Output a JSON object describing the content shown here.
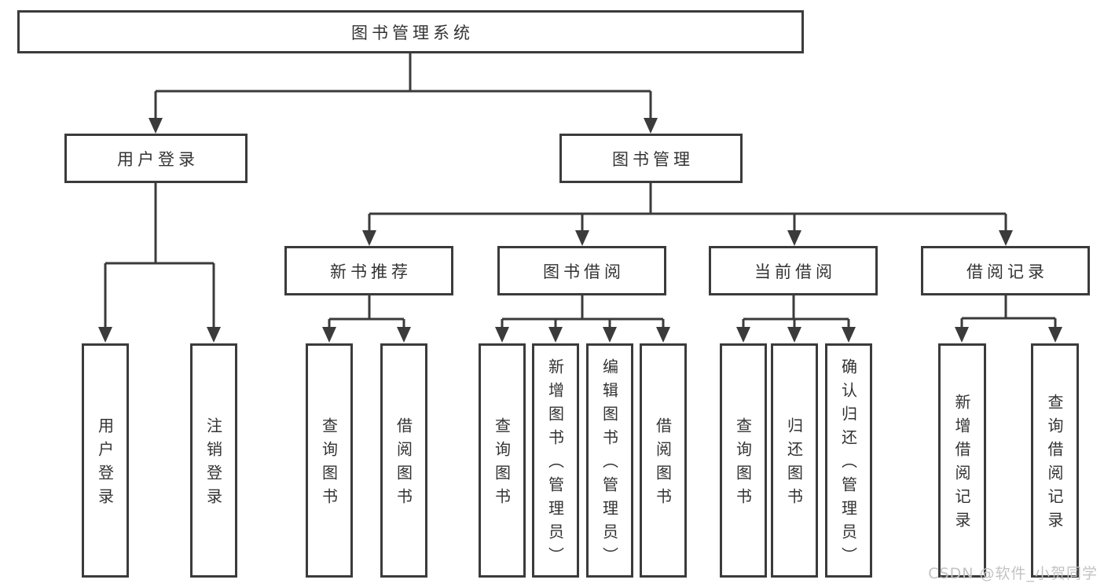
{
  "tree": {
    "root": {
      "label": "图书管理系统",
      "children": [
        {
          "label": "用户登录",
          "children": [
            {
              "label": "用户登录"
            },
            {
              "label": "注销登录"
            }
          ]
        },
        {
          "label": "图书管理",
          "children": [
            {
              "label": "新书推荐",
              "children": [
                {
                  "label": "查询图书"
                },
                {
                  "label": "借阅图书"
                }
              ]
            },
            {
              "label": "图书借阅",
              "children": [
                {
                  "label": "查询图书"
                },
                {
                  "label": "新增图书（管理员）"
                },
                {
                  "label": "编辑图书（管理员）"
                },
                {
                  "label": "借阅图书"
                }
              ]
            },
            {
              "label": "当前借阅",
              "children": [
                {
                  "label": "查询图书"
                },
                {
                  "label": "归还图书"
                },
                {
                  "label": "确认归还（管理员）"
                }
              ]
            },
            {
              "label": "借阅记录",
              "children": [
                {
                  "label": "新增借阅记录"
                },
                {
                  "label": "查询借阅记录"
                }
              ]
            }
          ]
        }
      ]
    }
  },
  "watermark": {
    "text": "CSDN @软件_小贺同学"
  },
  "colors": {
    "line": "#3b3b3b",
    "text": "#333333",
    "boxbg": "#ffffff",
    "bg": "#ffffff",
    "watermark": "#c3c3c3"
  }
}
